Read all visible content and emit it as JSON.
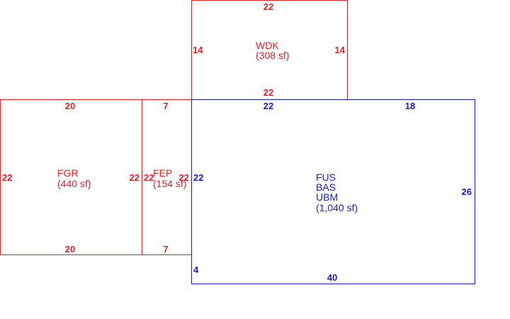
{
  "colors": {
    "red": "#dd2222",
    "blue": "#1b1bbb",
    "background": "#ffffff"
  },
  "areas": {
    "wdk": {
      "code": "WDK",
      "area": "(308 sf)",
      "dims": {
        "top": "22",
        "left": "14",
        "right": "14",
        "bottom": "22"
      }
    },
    "fgr": {
      "code": "FGR",
      "area": "(440 sf)",
      "dims": {
        "top": "20",
        "left": "22",
        "right": "22",
        "bottom": "20"
      }
    },
    "fep": {
      "code": "FEP",
      "area": "(154 sf)",
      "dims": {
        "top": "7",
        "left": "22",
        "right": "22",
        "bottom": "7"
      }
    },
    "main": {
      "codes": [
        "FUS",
        "BAS",
        "UBM"
      ],
      "area": "(1,040 sf)",
      "dims": {
        "top_left": "22",
        "top_right": "18",
        "left": "22",
        "right": "26",
        "step": "4",
        "bottom": "40"
      }
    }
  }
}
